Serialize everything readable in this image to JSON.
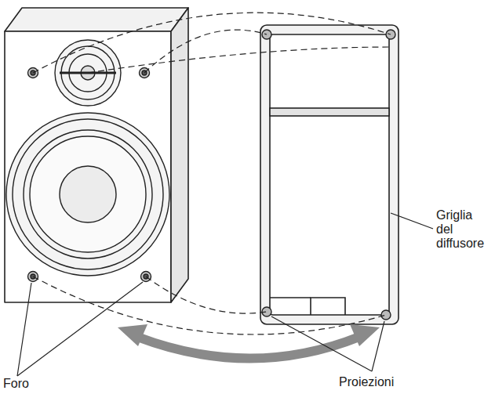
{
  "diagram": {
    "labels": [
      "Foro",
      "Proiezioni",
      "Griglia del diffusore"
    ]
  }
}
